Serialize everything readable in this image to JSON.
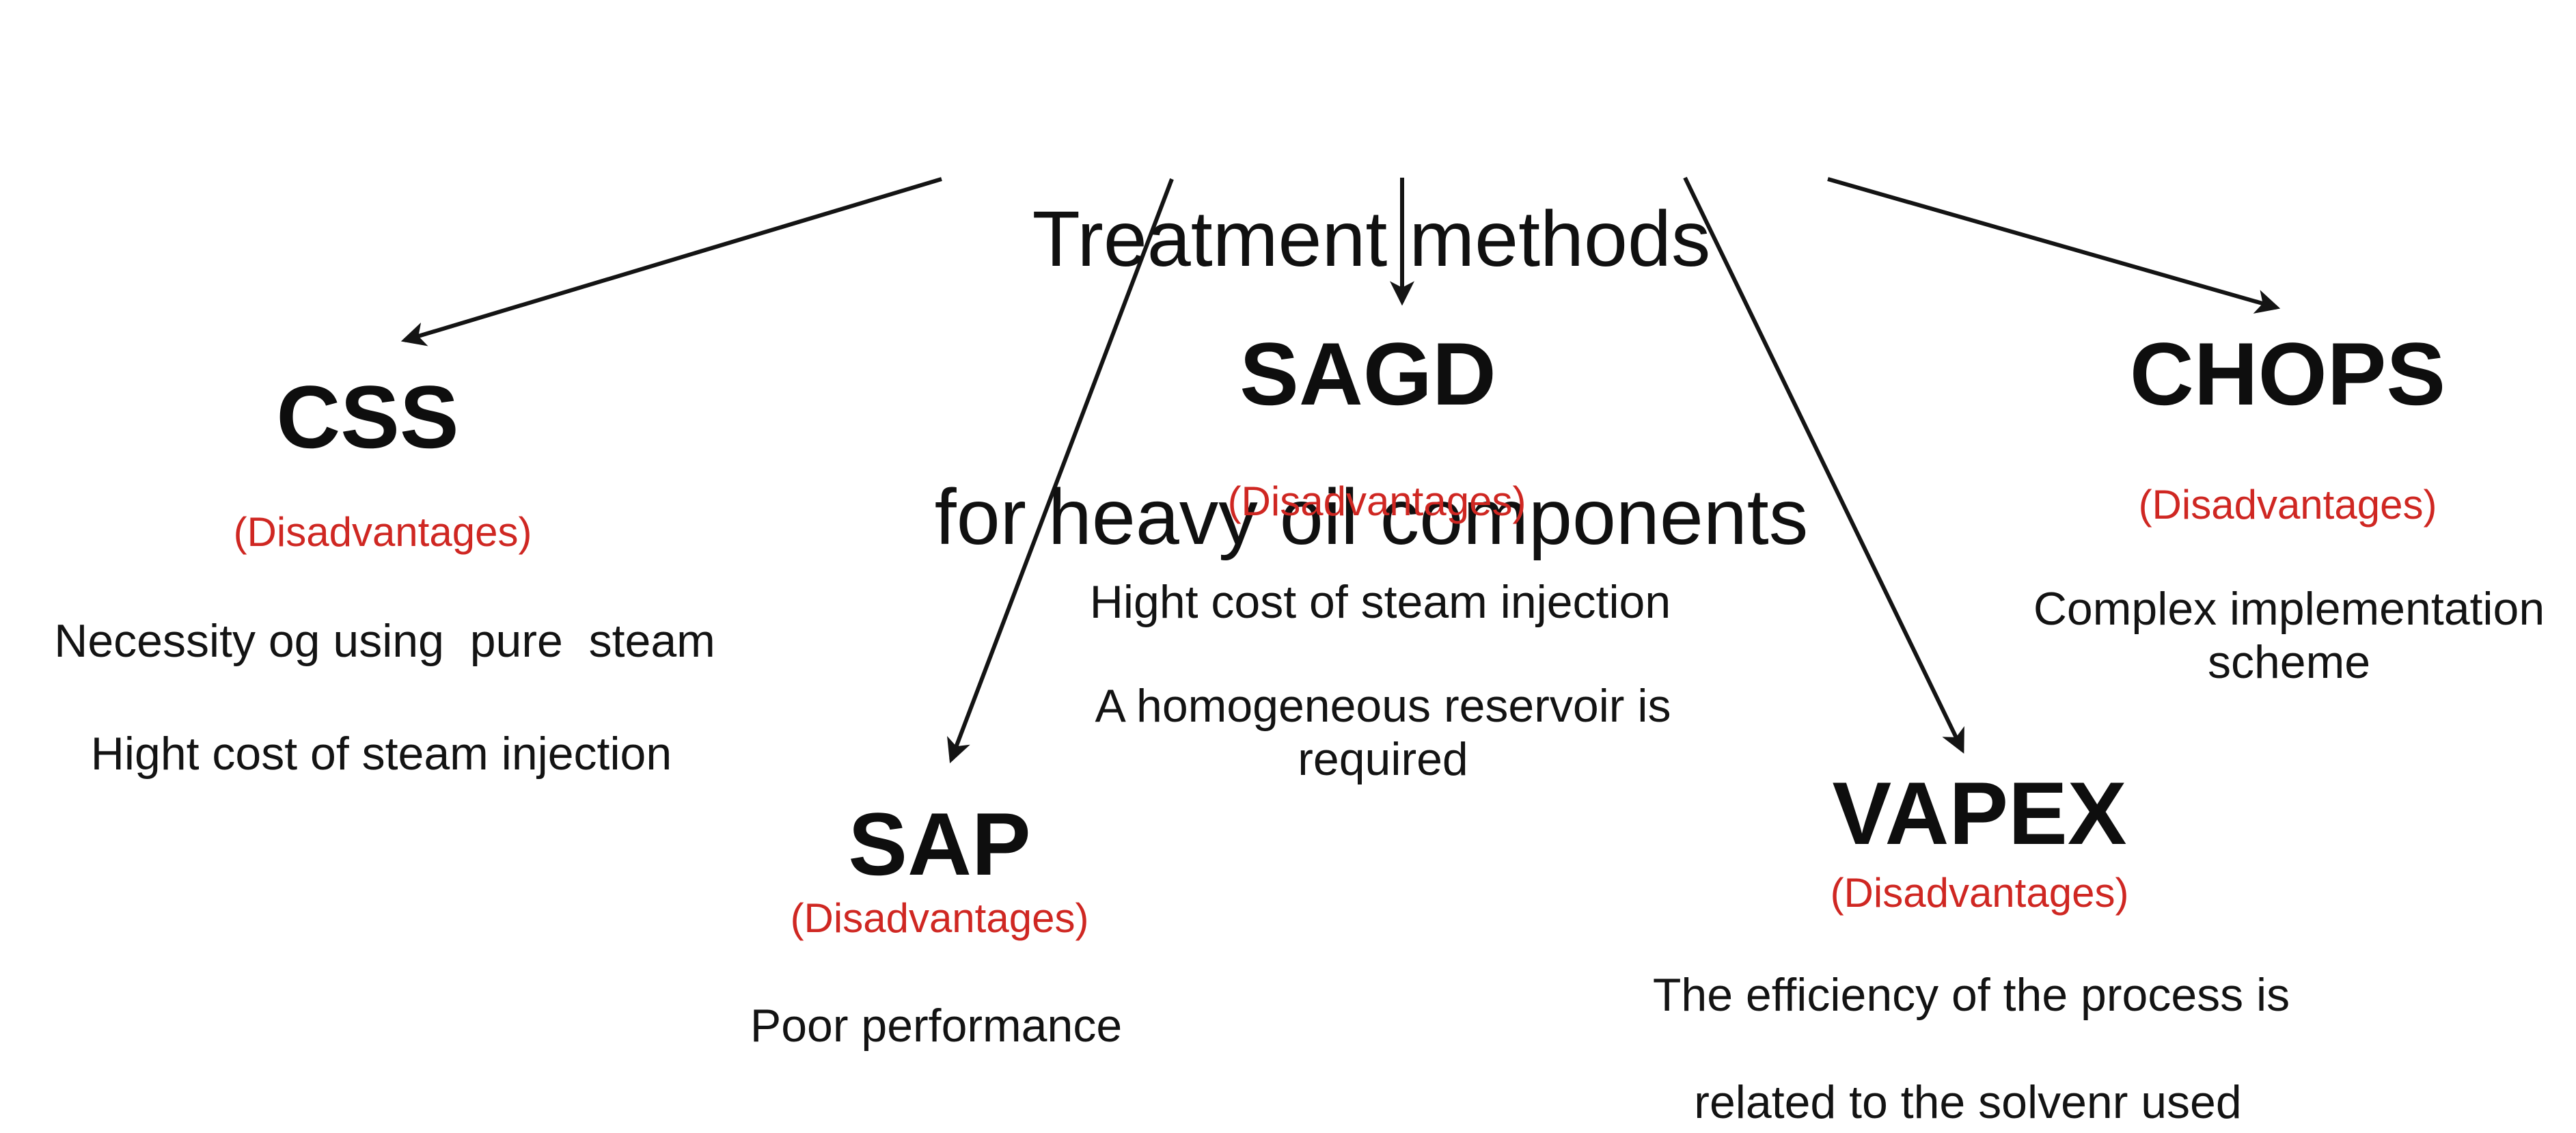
{
  "title": {
    "line1": "Treatment methods",
    "line2": "for heavy oil components"
  },
  "colors": {
    "text_black": "#131313",
    "disadvantages_red": "#cf2722",
    "background": "#ffffff",
    "arrow": "#141414"
  },
  "methods": [
    {
      "name": "CSS",
      "label": "(Disadvantages)",
      "items": [
        "Necessity og using  pure  steam",
        "Hight cost of steam injection"
      ]
    },
    {
      "name": "SAGD",
      "label": "(Disadvantages)",
      "items": [
        "Hight cost of steam injection",
        "A homogeneous reservoir is required"
      ]
    },
    {
      "name": "SAP",
      "label": "(Disadvantages)",
      "items": [
        "Poor performance"
      ]
    },
    {
      "name": "VAPEX",
      "label": "(Disadvantages)",
      "items": [
        "The efficiency of the process is",
        "related to the solvenr used"
      ]
    },
    {
      "name": "CHOPS",
      "label": "(Disadvantages)",
      "items": [
        "Complex implementation scheme"
      ]
    }
  ],
  "arrows": [
    {
      "from": "title",
      "to": "CSS"
    },
    {
      "from": "title",
      "to": "SAP"
    },
    {
      "from": "title",
      "to": "SAGD"
    },
    {
      "from": "title",
      "to": "VAPEX"
    },
    {
      "from": "title",
      "to": "CHOPS"
    }
  ]
}
